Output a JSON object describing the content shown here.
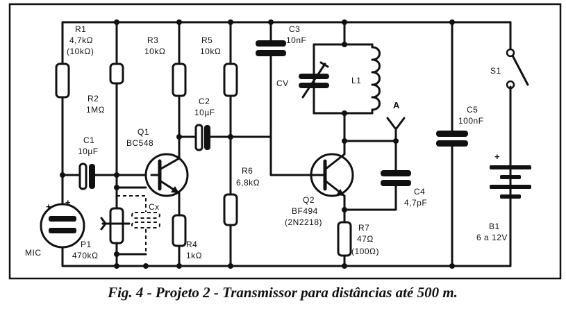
{
  "caption": "Fig. 4 - Projeto 2 - Transmissor para distâncias até 500 m.",
  "components": {
    "r1": {
      "name": "R1",
      "value": "4,7kΩ",
      "alt": "(10kΩ)"
    },
    "r2": {
      "name": "R2",
      "value": "1MΩ"
    },
    "r3": {
      "name": "R3",
      "value": "10kΩ"
    },
    "r4": {
      "name": "R4",
      "value": "1kΩ"
    },
    "r5": {
      "name": "R5",
      "value": "10kΩ"
    },
    "r6": {
      "name": "R6",
      "value": "6,8kΩ"
    },
    "r7": {
      "name": "R7",
      "value": "47Ω",
      "alt": "(100Ω)"
    },
    "c1": {
      "name": "C1",
      "value": "10µF"
    },
    "c2": {
      "name": "C2",
      "value": "10µF"
    },
    "c3": {
      "name": "C3",
      "value": "10nF"
    },
    "c4": {
      "name": "C4",
      "value": "4,7pF"
    },
    "c5": {
      "name": "C5",
      "value": "100nF"
    },
    "cx": {
      "name": "Cx"
    },
    "cv": {
      "name": "CV"
    },
    "l1": {
      "name": "L1"
    },
    "q1": {
      "name": "Q1",
      "value": "BC548"
    },
    "q2": {
      "name": "Q2",
      "value": "BF494",
      "alt": "(2N2218)"
    },
    "p1": {
      "name": "P1",
      "value": "470kΩ"
    },
    "s1": {
      "name": "S1"
    },
    "b1": {
      "name": "B1",
      "value": "6 a 12V",
      "plus": "+"
    },
    "mic": {
      "name": "MIC",
      "plus1": "+",
      "plus2": "+"
    },
    "antenna": {
      "name": "A"
    }
  }
}
